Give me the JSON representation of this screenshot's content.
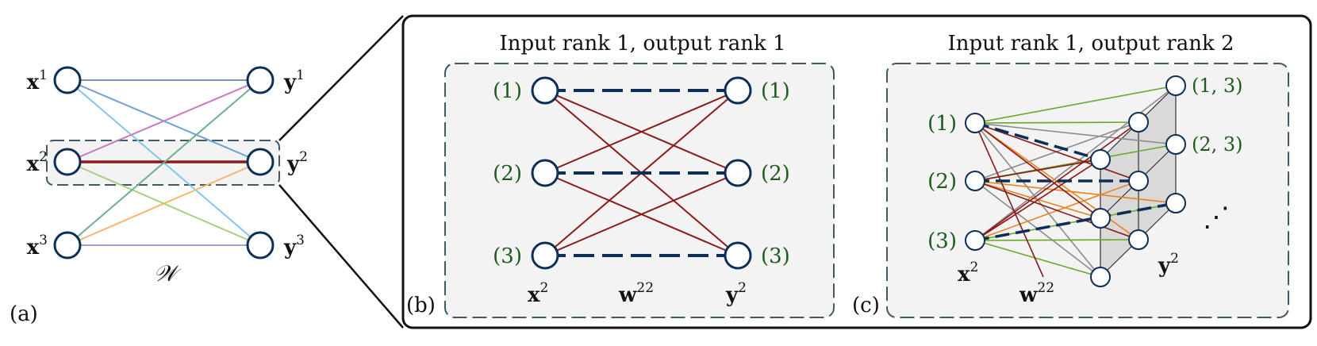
{
  "panel_a": {
    "tag": "(a)",
    "inputs": [
      {
        "base": "x",
        "sup": "1"
      },
      {
        "base": "x",
        "sup": "2"
      },
      {
        "base": "x",
        "sup": "3"
      }
    ],
    "outputs": [
      {
        "base": "y",
        "sup": "1"
      },
      {
        "base": "y",
        "sup": "2"
      },
      {
        "base": "y",
        "sup": "3"
      }
    ],
    "weight_label": "𝒲"
  },
  "panel_b": {
    "tag": "(b)",
    "title": "Input rank 1, output rank 1",
    "left_indices": [
      "(1)",
      "(2)",
      "(3)"
    ],
    "right_indices": [
      "(1)",
      "(2)",
      "(3)"
    ],
    "input_label": {
      "base": "x",
      "sup": "2"
    },
    "weight_label": {
      "base": "w",
      "sup": "22"
    },
    "output_label": {
      "base": "y",
      "sup": "2"
    }
  },
  "panel_c": {
    "tag": "(c)",
    "title": "Input rank 1, output rank 2",
    "left_indices": [
      "(1)",
      "(2)",
      "(3)"
    ],
    "right_indices": [
      "(1, 3)",
      "(2, 3)"
    ],
    "ellipsis": "⋰",
    "input_label": {
      "base": "x",
      "sup": "2"
    },
    "weight_label": {
      "base": "w",
      "sup": "22"
    },
    "output_label": {
      "base": "y",
      "sup": "2"
    }
  },
  "colors": {
    "node_stroke": "#0d2f57",
    "dashed_edge": "#0d2f57",
    "dark_red": "#8b1a1a",
    "index_green": "#1d5a1d",
    "panel_fill": "#f3f3f3",
    "panel_border": "#3e5a66"
  }
}
